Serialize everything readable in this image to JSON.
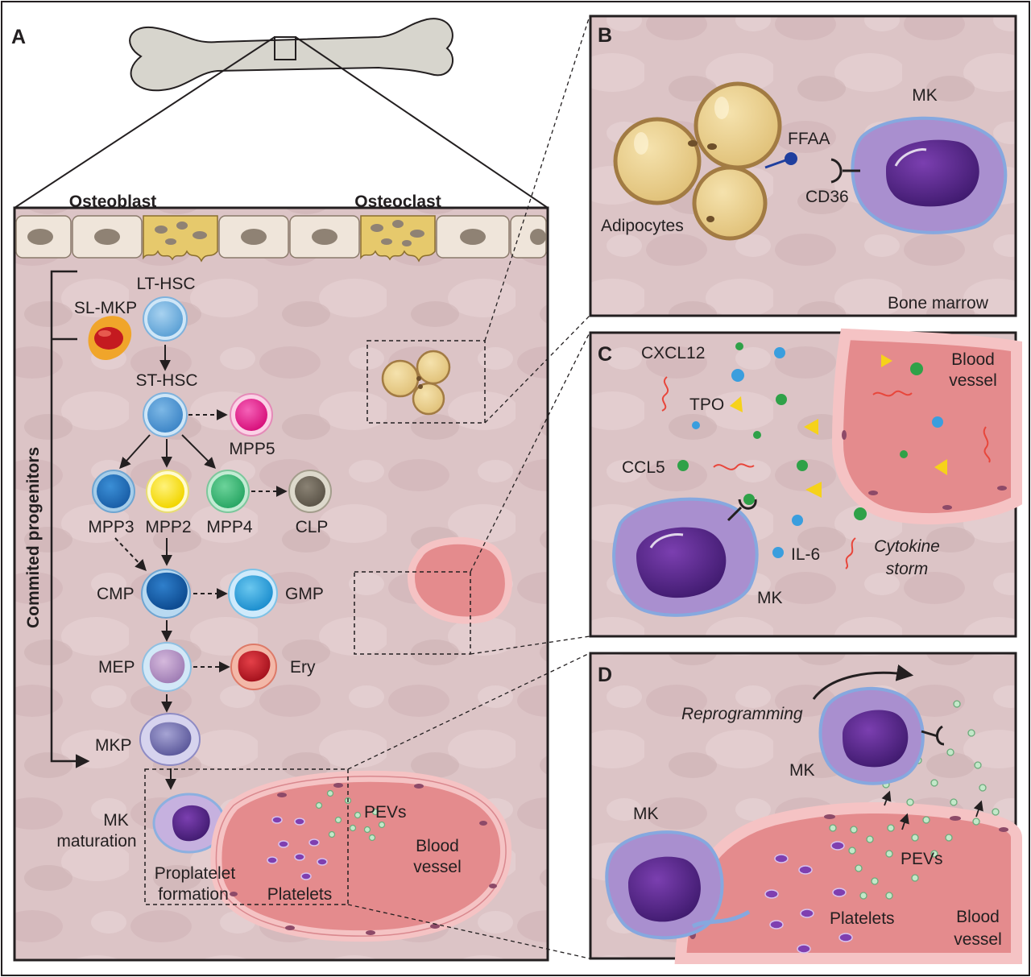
{
  "panels": {
    "a": {
      "letter": "A",
      "bone_labels": {
        "osteoblast": "Osteoblast",
        "osteoclast": "Osteoclast"
      },
      "side_label": "Commited progenitors",
      "cells": {
        "lt_hsc": "LT-HSC",
        "sl_mkp": "SL-MKP",
        "st_hsc": "ST-HSC",
        "mpp5": "MPP5",
        "mpp3": "MPP3",
        "mpp2": "MPP2",
        "mpp4": "MPP4",
        "clp": "CLP",
        "cmp": "CMP",
        "gmp": "GMP",
        "mep": "MEP",
        "ery": "Ery",
        "mkp": "MKP"
      },
      "maturation_line1": "MK",
      "maturation_line2": "maturation",
      "proplatelet_line1": "Proplatelet",
      "proplatelet_line2": "formation",
      "platelets": "Platelets",
      "pevs": "PEVs",
      "vessel_line1": "Blood",
      "vessel_line2": "vessel"
    },
    "b": {
      "letter": "B",
      "mk": "MK",
      "ffaa": "FFAA",
      "cd36": "CD36",
      "adipocytes": "Adipocytes",
      "bone_marrow": "Bone marrow"
    },
    "c": {
      "letter": "C",
      "cxcl12": "CXCL12",
      "tpo": "TPO",
      "ccl5": "CCL5",
      "il6": "IL-6",
      "mk": "MK",
      "storm_line1": "Cytokine",
      "storm_line2": "storm",
      "vessel_line1": "Blood",
      "vessel_line2": "vessel"
    },
    "d": {
      "letter": "D",
      "reprogramming": "Reprogramming",
      "mk_top": "MK",
      "mk_left": "MK",
      "pevs": "PEVs",
      "platelets": "Platelets",
      "vessel_line1": "Blood",
      "vessel_line2": "vessel"
    }
  },
  "colors": {
    "marrow": "#dcc3c5",
    "bone": "#f2ece3",
    "vessel_lumen": "#e48b8d",
    "vessel_wall": "#f5c3c4",
    "adipocyte": "#ecd08e",
    "mk_cytoplasm": "#a78ccc",
    "mk_nucleus": "#5b2a8c",
    "cxcl12": "#e8463b",
    "tpo": "#f6d21a",
    "ccl5": "#2fa148",
    "il6": "#3a9ede"
  }
}
